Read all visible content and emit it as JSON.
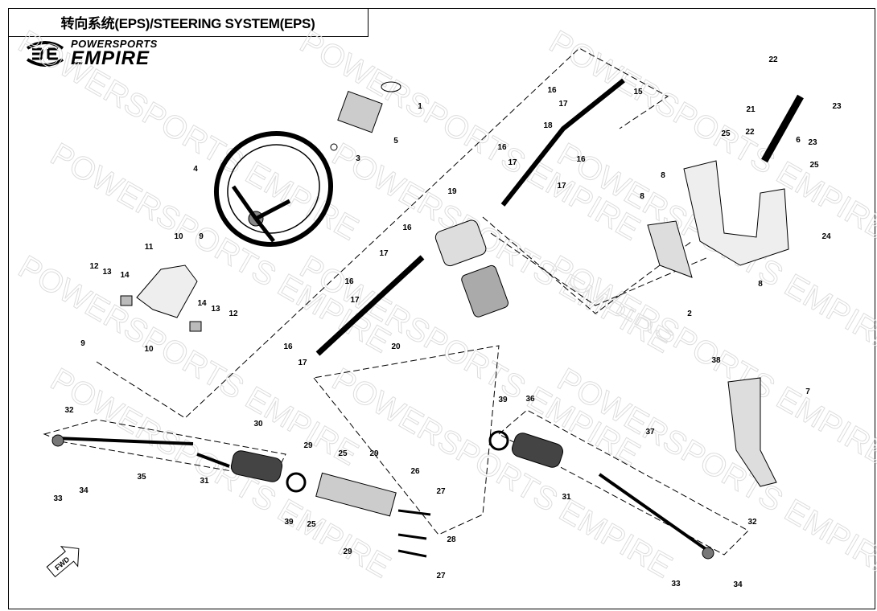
{
  "title": "转向系统(EPS)/STEERING SYSTEM(EPS)",
  "logo": {
    "line1": "POWERSPORTS",
    "line2": "EMPIRE"
  },
  "watermark": "POWERSPORTS EMPIRE",
  "fwd_label": "FWD",
  "callouts": [
    "1",
    "5",
    "3",
    "4",
    "9",
    "10",
    "11",
    "12",
    "13",
    "14",
    "14",
    "13",
    "12",
    "10",
    "9",
    "16",
    "17",
    "18",
    "15",
    "16",
    "17",
    "16",
    "17",
    "19",
    "16",
    "17",
    "16",
    "17",
    "20",
    "16",
    "17",
    "22",
    "23",
    "21",
    "25",
    "22",
    "6",
    "23",
    "25",
    "8",
    "8",
    "24",
    "8",
    "2",
    "38",
    "7",
    "32",
    "30",
    "36",
    "39",
    "37",
    "29",
    "29",
    "25",
    "26",
    "31",
    "35",
    "33",
    "34",
    "39",
    "27",
    "25",
    "29",
    "28",
    "27",
    "31",
    "32",
    "33",
    "34"
  ]
}
